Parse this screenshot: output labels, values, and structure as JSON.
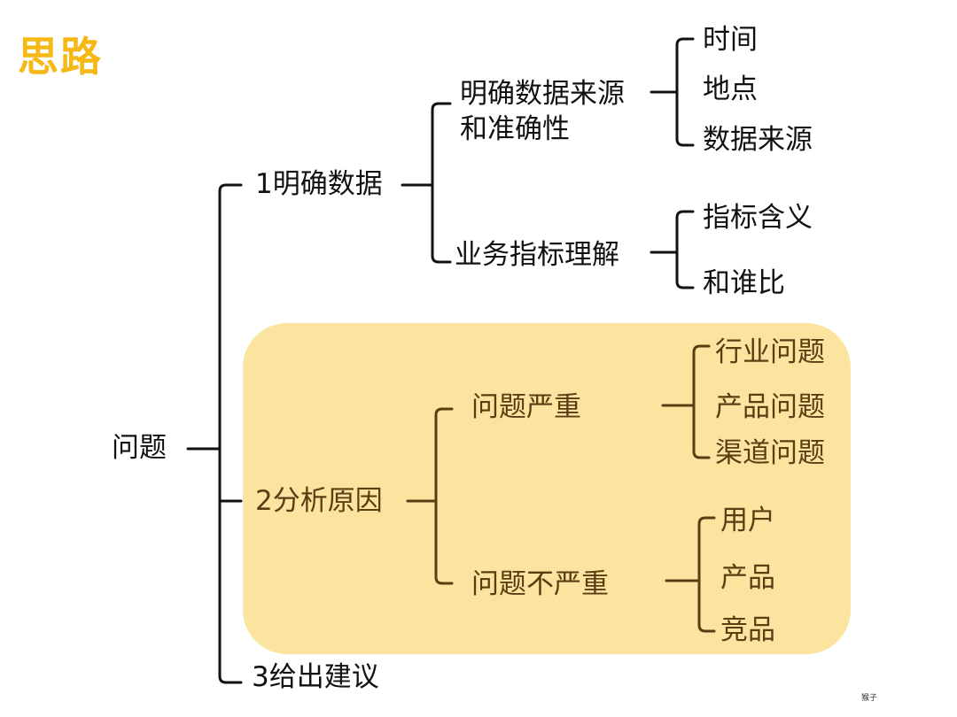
{
  "title": "思路",
  "root": "问题",
  "branches": [
    {
      "label": "1明确数据",
      "children": [
        {
          "line1": "明确数据来源",
          "line2": "和准确性",
          "leaves": [
            "时间",
            "地点",
            "数据来源"
          ]
        },
        {
          "label": "业务指标理解",
          "leaves": [
            "指标含义",
            "和谁比"
          ]
        }
      ]
    },
    {
      "label": "2分析原因",
      "children": [
        {
          "label": "问题严重",
          "leaves": [
            "行业问题",
            "产品问题",
            "渠道问题"
          ]
        },
        {
          "label": "问题不严重",
          "leaves": [
            "用户",
            "产品",
            "竞品"
          ]
        }
      ]
    },
    {
      "label": "3给出建议"
    }
  ],
  "watermark": "猴子",
  "colors": {
    "title": "#f5b814",
    "highlight": "#fbe3a0",
    "line_dark": "#111111",
    "line_brown": "#5a3e12"
  }
}
